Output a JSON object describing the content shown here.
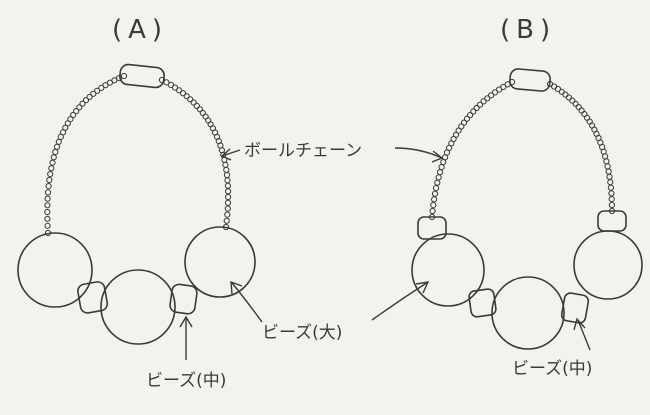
{
  "figure": {
    "panel_a_label": "(A)",
    "panel_b_label": "(B)",
    "ball_chain_label": "ボールチェーン",
    "bead_large_label": "ビーズ(大)",
    "bead_medium_label_a": "ビーズ(中)",
    "bead_medium_label_b": "ビーズ(中)"
  },
  "colors": {
    "paper": "#f4f2ee",
    "ink": "#3a3a3a"
  }
}
